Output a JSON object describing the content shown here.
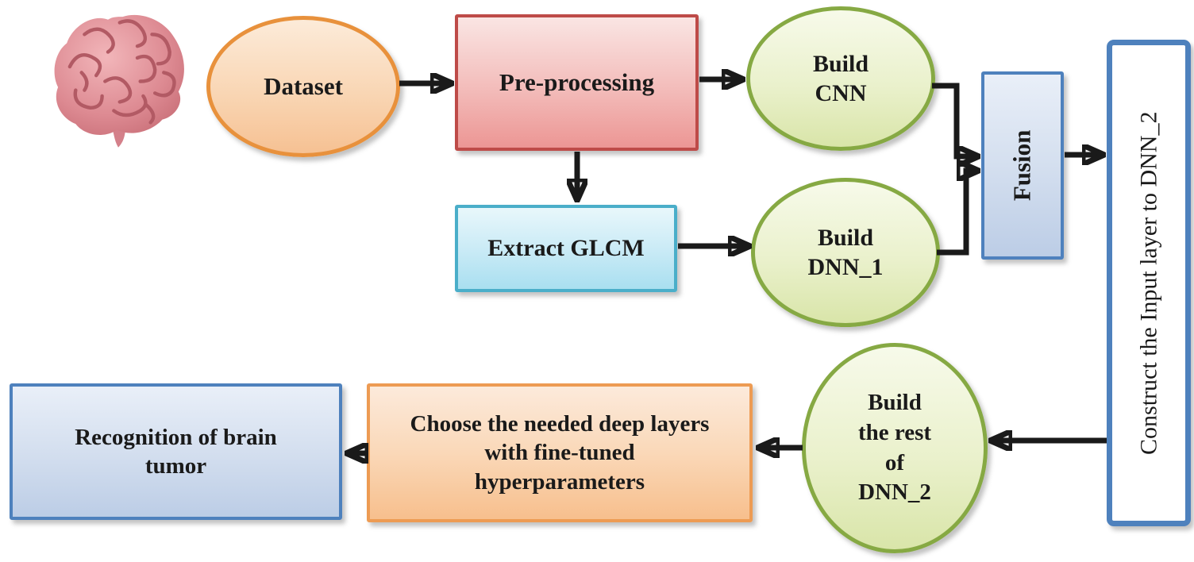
{
  "diagram": {
    "description": "Flowchart of a hybrid CNN/DNN deep-learning pipeline for brain tumor recognition",
    "nodes": {
      "dataset": {
        "label": "Dataset",
        "shape": "ellipse",
        "color_theme": "orange"
      },
      "preprocessing": {
        "label": "Pre-processing",
        "shape": "rectangle",
        "color_theme": "red"
      },
      "extract_glcm": {
        "label": "Extract GLCM",
        "shape": "rectangle",
        "color_theme": "cyan"
      },
      "build_cnn": {
        "label": "Build\nCNN",
        "shape": "ellipse",
        "color_theme": "green"
      },
      "build_dnn1": {
        "label": "Build\nDNN_1",
        "shape": "ellipse",
        "color_theme": "green"
      },
      "fusion": {
        "label": "Fusion",
        "shape": "rectangle",
        "color_theme": "blue",
        "text_rotated": true
      },
      "construct_input": {
        "label": "Construct the Input layer to DNN_2",
        "shape": "tall-rectangle",
        "color_theme": "blue-outline",
        "text_rotated": true
      },
      "build_rest_dnn2": {
        "label": "Build\nthe rest\nof\nDNN_2",
        "shape": "ellipse",
        "color_theme": "green"
      },
      "choose_layers": {
        "label": "Choose the needed deep layers\nwith fine-tuned\nhyperparameters",
        "shape": "rectangle",
        "color_theme": "orange"
      },
      "recognition": {
        "label": "Recognition of brain\ntumor",
        "shape": "rectangle",
        "color_theme": "blue"
      }
    },
    "icons": {
      "brain": "brain-illustration"
    },
    "flow": [
      "dataset -> preprocessing",
      "preprocessing -> build_cnn",
      "preprocessing -> extract_glcm",
      "extract_glcm -> build_dnn1",
      "build_cnn -> fusion",
      "build_dnn1 -> fusion",
      "fusion -> construct_input",
      "construct_input -> build_rest_dnn2",
      "build_rest_dnn2 -> choose_layers",
      "choose_layers -> recognition"
    ],
    "colors": {
      "orange_border": "#E8913C",
      "orange_fill_top": "#FCEBD9",
      "orange_fill_bottom": "#F6C193",
      "red_border": "#BE4B48",
      "red_fill_top": "#FAE5E3",
      "red_fill_bottom": "#EC9694",
      "cyan_border": "#4AAEC9",
      "cyan_fill_top": "#E8F7FB",
      "cyan_fill_bottom": "#A9DFF0",
      "green_border": "#86A943",
      "green_fill_top": "#F7FAEA",
      "green_fill_bottom": "#D9E5A9",
      "blue_border": "#4E81BD",
      "blue_fill_top": "#E9EFF8",
      "blue_fill_bottom": "#BCCDE6",
      "choose_orange_border": "#ED9B53",
      "arrow": "#1A1A1A",
      "text": "#1A1A1A",
      "brain_pink": "#DD8A92"
    }
  }
}
